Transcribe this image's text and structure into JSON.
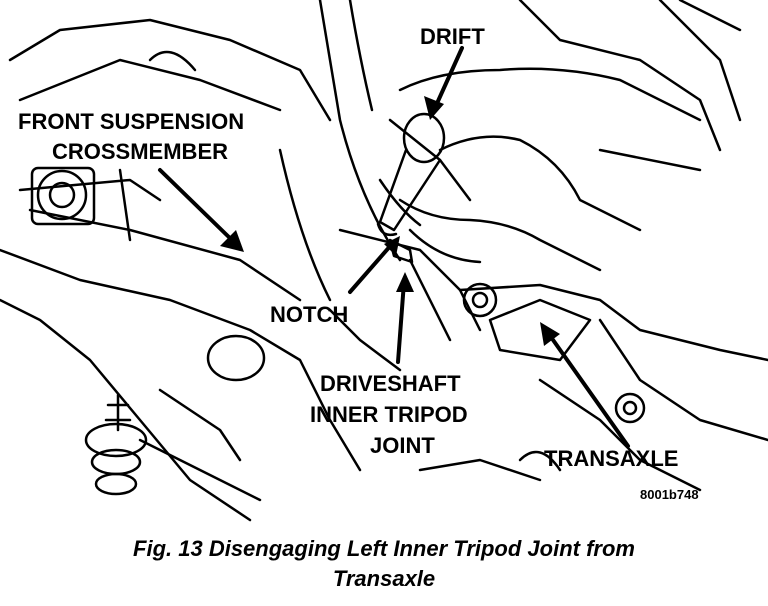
{
  "labels": {
    "drift": "DRIFT",
    "front_suspension": "FRONT SUSPENSION",
    "crossmember": "CROSSMEMBER",
    "notch": "NOTCH",
    "driveshaft_line1": "DRIVESHAFT",
    "driveshaft_line2": "INNER TRIPOD",
    "driveshaft_line3": "JOINT",
    "transaxle": "TRANSAXLE"
  },
  "figure_code": "8001b748",
  "caption": {
    "line1": "Fig. 13 Disengaging Left Inner Tripod Joint from",
    "line2": "Transaxle"
  }
}
